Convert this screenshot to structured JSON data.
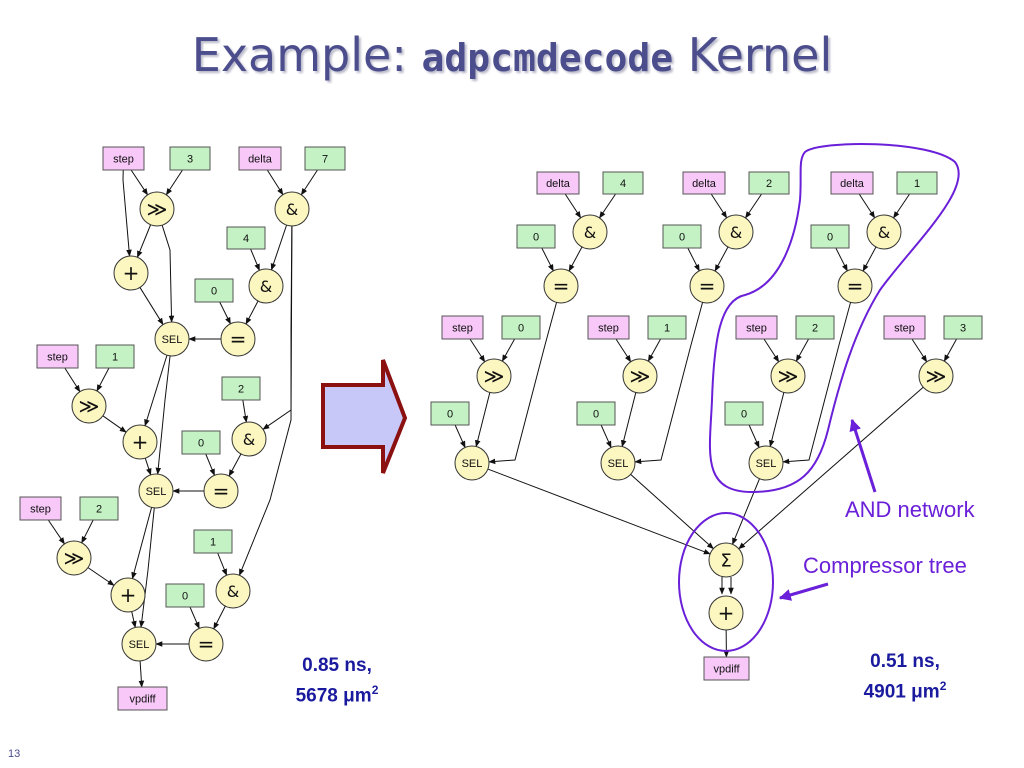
{
  "slide": {
    "title_prefix": "Example: ",
    "title_code": "adpcmdecode",
    "title_suffix": " Kernel",
    "page_number": "13"
  },
  "labels": {
    "step": "step",
    "delta": "delta",
    "sel": "SEL",
    "out": "vpdiff",
    "n0": "0",
    "n1": "1",
    "n2": "2",
    "n3": "3",
    "n4": "4",
    "n7": "7"
  },
  "symbols": {
    "shift": "≫",
    "and": "&",
    "add": "+",
    "eq": "=",
    "sum": "Σ"
  },
  "results": {
    "before_line1": "0.85 ns,",
    "before_line2": "5678 μm",
    "after_line1": "0.51 ns,",
    "after_line2": "4901 μm",
    "sup": "2"
  },
  "annotations": {
    "and_network": "AND network",
    "compressor_tree": "Compressor tree"
  },
  "colors": {
    "title": "#4b4d8c",
    "annotation": "#6a1fd8",
    "results": "#1a1a9e",
    "input_var": "#f8c8f8",
    "constant": "#c4f2c4",
    "operator": "#fcf6c0",
    "arrow_fill": "#c8c8f8",
    "arrow_border": "#8b1010"
  }
}
